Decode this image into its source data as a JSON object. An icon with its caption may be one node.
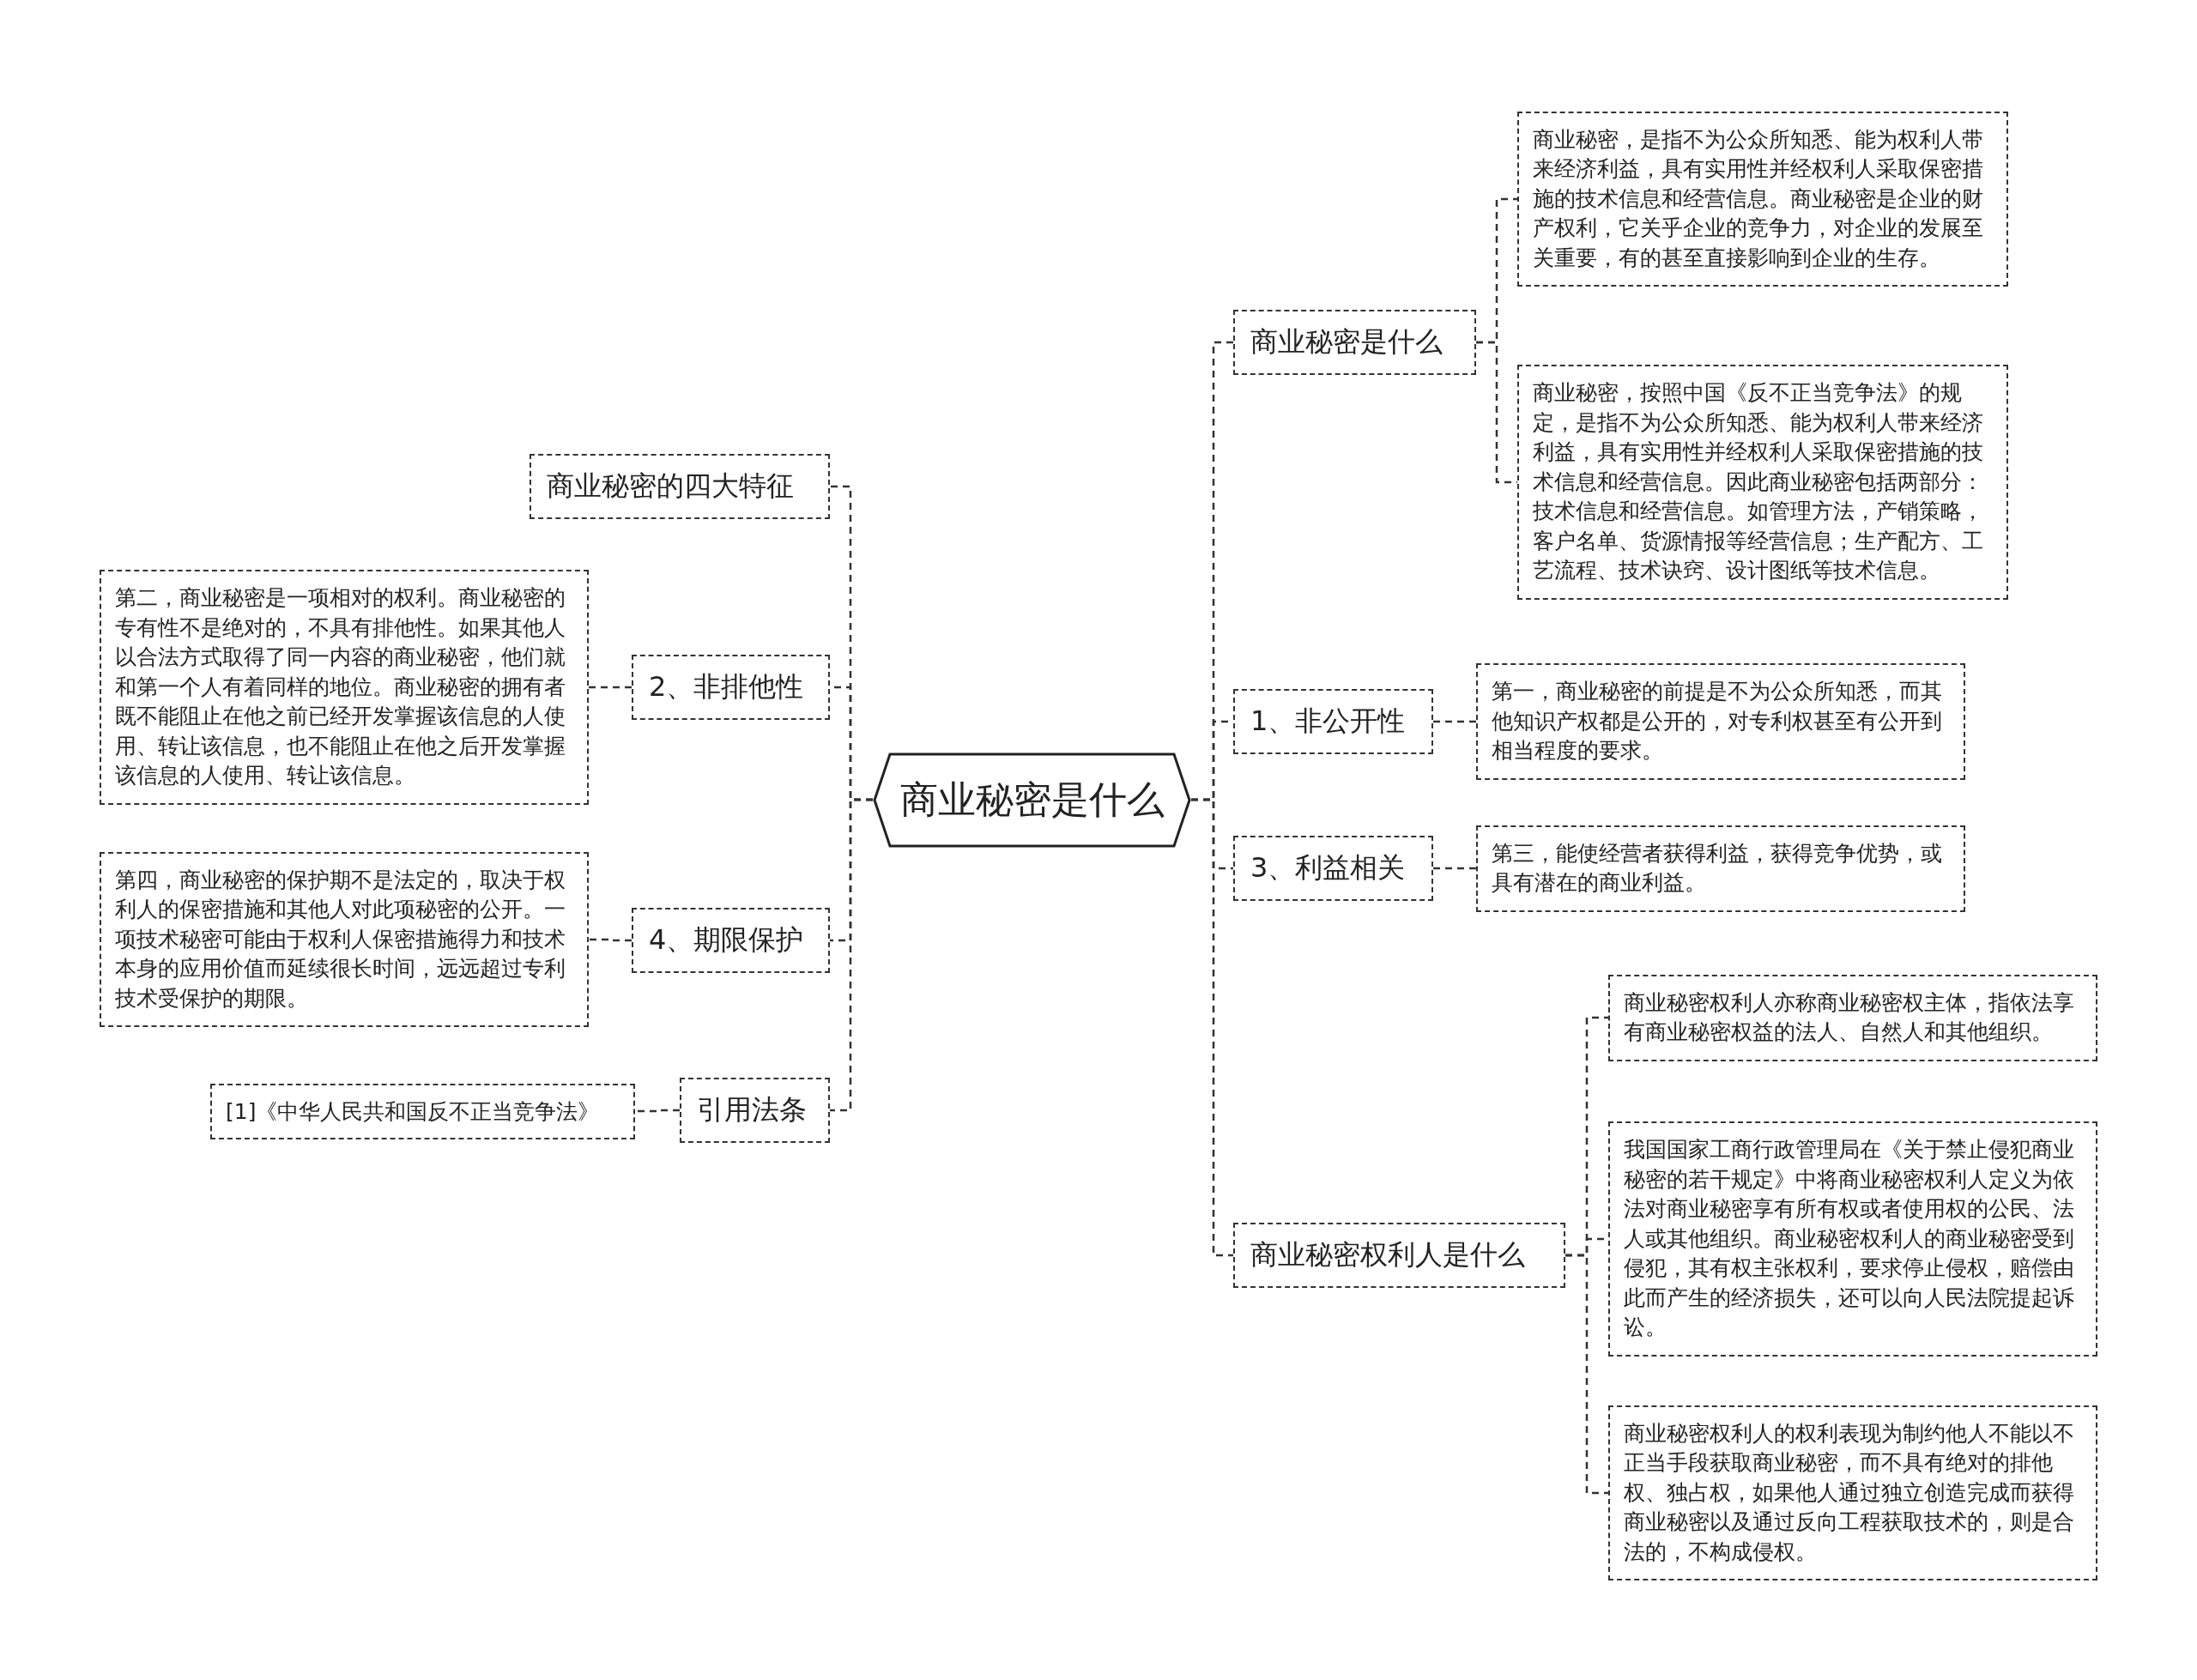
{
  "diagram": {
    "nodes": [
      {
        "text": [
          "商业秘密是什么"
        ]
      },
      {
        "text": [
          "商业秘密的四大特征"
        ]
      },
      {
        "text": [
          "2、非排他性"
        ]
      },
      {
        "text": [
          "第二，商业秘密是一项相对的权利。商业秘密的专有性不是绝对的，不具有排他性。如果其他人以合法方式取得了同一内容的商业秘密，他们就和第一个人有着同样的地位。商业秘密的拥有者既不能阻止在他之前已经开发掌握该信息的人使用、转让该信息，也不能阻止在他之后开发掌握该信息的人使用、转让该信息。"
        ]
      },
      {
        "text": [
          "4、期限保护"
        ]
      },
      {
        "text": [
          "第四，商业秘密的保护期不是法定的，取决于权利人的保密措施和其他人对此项秘密的公开。一项技术秘密可能由于权利人保密措施得力和技术本身的应用价值而延续很长时间，远远超过专利技术受保护的期限。"
        ]
      },
      {
        "text": [
          "引用法条"
        ]
      },
      {
        "text": [
          "[1]《中华人民共和国反不正当竞争法》"
        ]
      },
      {
        "text": [
          "商业秘密是什么"
        ]
      },
      {
        "text": [
          "商业秘密，是指不为公众所知悉、能为权利人带来经济利益，具有实用性并经权利人采取保密措施的技术信息和经营信息。商业秘密是企业的财产权利，它关乎企业的竞争力，对企业的发展至关重要，有的甚至直接影响到企业的生存。"
        ]
      },
      {
        "text": [
          "商业秘密，按照中国《反不正当竞争法》的规定，是指不为公众所知悉、能为权利人带来经济利益，具有实用性并经权利人采取保密措施的技术信息和经营信息。因此商业秘密包括两部分：技术信息和经营信息。如管理方法，产销策略，客户名单、货源情报等经营信息；生产配方、工艺流程、技术诀窍、设计图纸等技术信息。"
        ]
      },
      {
        "text": [
          "1、非公开性"
        ]
      },
      {
        "text": [
          "第一，商业秘密的前提是不为公众所知悉，而其他知识产权都是公开的，对专利权甚至有公开到相当程度的要求。"
        ]
      },
      {
        "text": [
          "3、利益相关"
        ]
      },
      {
        "text": [
          "第三，能使经营者获得利益，获得竞争优势，或具有潜在的商业利益。"
        ]
      },
      {
        "text": [
          "商业秘密权利人是什么"
        ]
      },
      {
        "text": [
          "商业秘密权利人亦称商业秘密权主体，指依法享有商业秘密权益的法人、自然人和其他组织。"
        ]
      },
      {
        "text": [
          "我国国家工商行政管理局在《关于禁止侵犯商业秘密的若干规定》中将商业秘密权利人定义为依法对商业秘密享有所有权或者使用权的公民、法人或其他组织。商业秘密权利人的商业秘密受到侵犯，其有权主张权利，要求停止侵权，赔偿由此而产生的经济损失，还可以向人民法院提起诉讼。"
        ]
      },
      {
        "text": [
          "商业秘密权利人的权利表现为制约他人不能以不正当手段获取商业秘密，而不具有绝对的排他权、独占权，如果他人通过独立创造完成而获得商业秘密以及通过反向工程获取技术的，则是合法的，不构成侵权。"
        ]
      }
    ],
    "edges": [
      {
        "from": 0,
        "to": 1,
        "arrow": "none",
        "style": "dashed"
      },
      {
        "from": 0,
        "to": 2,
        "arrow": "none",
        "style": "dashed"
      },
      {
        "from": 2,
        "to": 3,
        "arrow": "none",
        "style": "dashed"
      },
      {
        "from": 0,
        "to": 4,
        "arrow": "none",
        "style": "dashed"
      },
      {
        "from": 4,
        "to": 5,
        "arrow": "none",
        "style": "dashed"
      },
      {
        "from": 0,
        "to": 6,
        "arrow": "none",
        "style": "dashed"
      },
      {
        "from": 6,
        "to": 7,
        "arrow": "none",
        "style": "dashed"
      },
      {
        "from": 0,
        "to": 8,
        "arrow": "none",
        "style": "dashed"
      },
      {
        "from": 8,
        "to": 9,
        "arrow": "none",
        "style": "dashed"
      },
      {
        "from": 8,
        "to": 10,
        "arrow": "none",
        "style": "dashed"
      },
      {
        "from": 0,
        "to": 11,
        "arrow": "none",
        "style": "dashed"
      },
      {
        "from": 11,
        "to": 12,
        "arrow": "none",
        "style": "dashed"
      },
      {
        "from": 0,
        "to": 13,
        "arrow": "none",
        "style": "dashed"
      },
      {
        "from": 13,
        "to": 14,
        "arrow": "none",
        "style": "dashed"
      },
      {
        "from": 0,
        "to": 15,
        "arrow": "none",
        "style": "dashed"
      },
      {
        "from": 15,
        "to": 16,
        "arrow": "none",
        "style": "dashed"
      },
      {
        "from": 15,
        "to": 17,
        "arrow": "none",
        "style": "dashed"
      },
      {
        "from": 15,
        "to": 18,
        "arrow": "none",
        "style": "dashed"
      }
    ]
  }
}
